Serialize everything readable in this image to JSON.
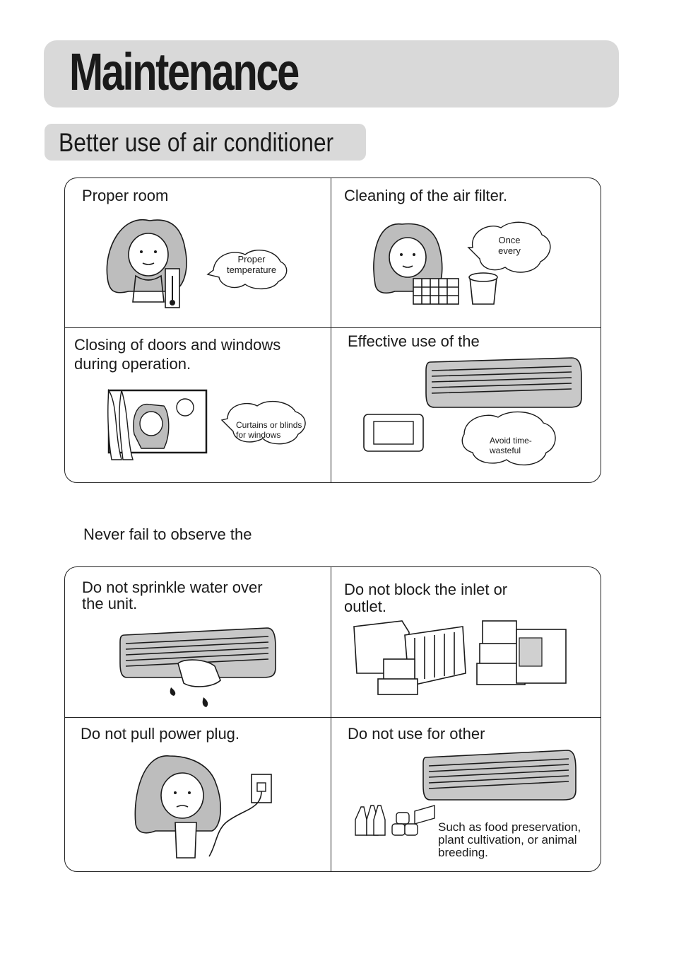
{
  "title": "Maintenance",
  "subtitle": "Better use of air conditioner",
  "tips": {
    "proper_room": {
      "heading": "Proper room",
      "bubble": [
        "Proper",
        "temperature"
      ]
    },
    "cleaning_filter": {
      "heading": "Cleaning of the air filter.",
      "bubble": [
        "Once",
        "every"
      ]
    },
    "closing_doors": {
      "heading": [
        "Closing of doors and windows",
        "during operation."
      ],
      "bubble": [
        "Curtains or blinds",
        "for windows"
      ]
    },
    "effective_use": {
      "heading": "Effective use of the",
      "bubble": [
        "Avoid time-",
        "wasteful"
      ]
    }
  },
  "observe_label": "Never fail to observe the",
  "rules": {
    "no_water": {
      "heading": [
        "Do not sprinkle water over",
        "the unit."
      ]
    },
    "no_block": {
      "heading": [
        "Do not block the inlet or",
        "outlet."
      ]
    },
    "no_pull": {
      "heading": "Do not pull power plug."
    },
    "no_other_use": {
      "heading": "Do not use for other",
      "note": [
        "Such as food preservation,",
        "plant cultivation, or animal",
        "breeding."
      ]
    }
  },
  "colors": {
    "band_gray": "#d9d9d9",
    "ink": "#1a1a1a",
    "figure_gray": "#bdbdbd"
  }
}
